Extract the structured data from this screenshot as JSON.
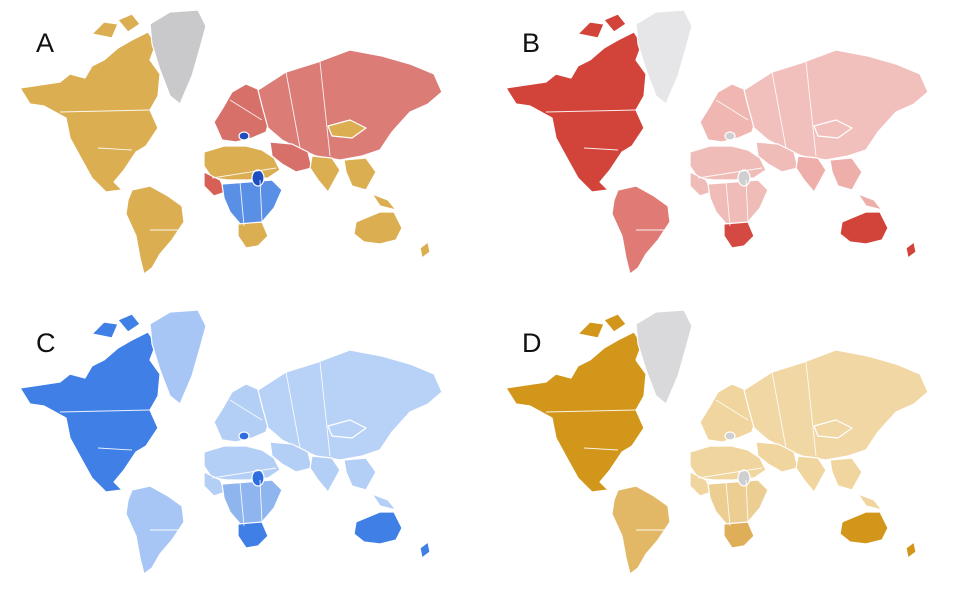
{
  "figure": {
    "panels": [
      {
        "label": "A",
        "colors": {
          "north_america": "#dbae52",
          "greenland": "#c9c9cb",
          "south_america": "#dbae52",
          "europe": "#d8706a",
          "russia_asia": "#db7c76",
          "north_africa": "#dbae52",
          "west_africa": "#d65f56",
          "central_africa": "#5a8fe6",
          "southern_africa": "#dbae52",
          "middle_east": "#d8706a",
          "india": "#dbae52",
          "southeast_asia": "#dbae52",
          "mongolia": "#dbae52",
          "australia": "#dbae52",
          "new_zealand": "#dbae52",
          "accent": "#1f4fbf"
        }
      },
      {
        "label": "B",
        "colors": {
          "north_america": "#d2433a",
          "greenland": "#e6e6e8",
          "south_america": "#df7a74",
          "europe": "#efb6b2",
          "russia_asia": "#f2c0bc",
          "north_africa": "#f0bcb8",
          "west_africa": "#f0bcb8",
          "central_africa": "#f0bcb8",
          "southern_africa": "#d44a42",
          "middle_east": "#f0bcb8",
          "india": "#eeaeaa",
          "southeast_asia": "#eeaeaa",
          "mongolia": "#f2c0bc",
          "australia": "#d2433a",
          "new_zealand": "#d2433a",
          "accent": "#cfcfd1"
        }
      },
      {
        "label": "C",
        "colors": {
          "north_america": "#3f7fe6",
          "greenland": "#a7c6f5",
          "south_america": "#a7c6f5",
          "europe": "#b4cff6",
          "russia_asia": "#b8d2f7",
          "north_africa": "#b4cff6",
          "west_africa": "#b4cff6",
          "central_africa": "#8fb5ee",
          "southern_africa": "#3f7fe6",
          "middle_east": "#b4cff6",
          "india": "#b4cff6",
          "southeast_asia": "#b4cff6",
          "mongolia": "#b8d2f7",
          "australia": "#3f7fe6",
          "new_zealand": "#3f7fe6",
          "accent": "#2f6ede"
        }
      },
      {
        "label": "D",
        "colors": {
          "north_america": "#d1961a",
          "greenland": "#d9d9db",
          "south_america": "#e2b765",
          "europe": "#f0d59e",
          "russia_asia": "#f0d7a4",
          "north_africa": "#f0d59e",
          "west_africa": "#f0d59e",
          "central_africa": "#ecce93",
          "southern_africa": "#dfae58",
          "middle_east": "#f0d59e",
          "india": "#f0d59e",
          "southeast_asia": "#f0d59e",
          "mongolia": "#f0d7a4",
          "australia": "#d1961a",
          "new_zealand": "#d1961a",
          "accent": "#cfcfd1"
        }
      }
    ]
  }
}
